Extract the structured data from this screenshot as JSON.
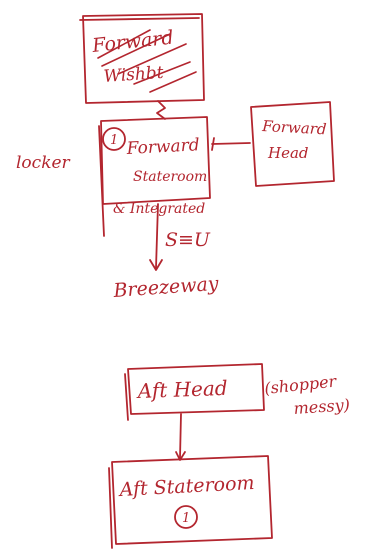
{
  "colors": {
    "ink": "#b3262f",
    "paper": "#ffffff"
  },
  "top_diagram": {
    "crossed_box_text": [
      "Forward",
      "Wishbt"
    ],
    "main_box_lines": [
      "Forward",
      "Stateroom",
      "& Integrated"
    ],
    "circled_number": "1",
    "side_box_lines": [
      "Forward",
      "Head"
    ],
    "left_label": "locker",
    "connector_label": "S≡U",
    "bottom_label": "Breezeway"
  },
  "bottom_diagram": {
    "upper_box_text": "Aft Head",
    "side_note_lines": [
      "(shopper",
      "messy)"
    ],
    "lower_box_text": "Aft Stateroom",
    "circled_number": "1"
  }
}
